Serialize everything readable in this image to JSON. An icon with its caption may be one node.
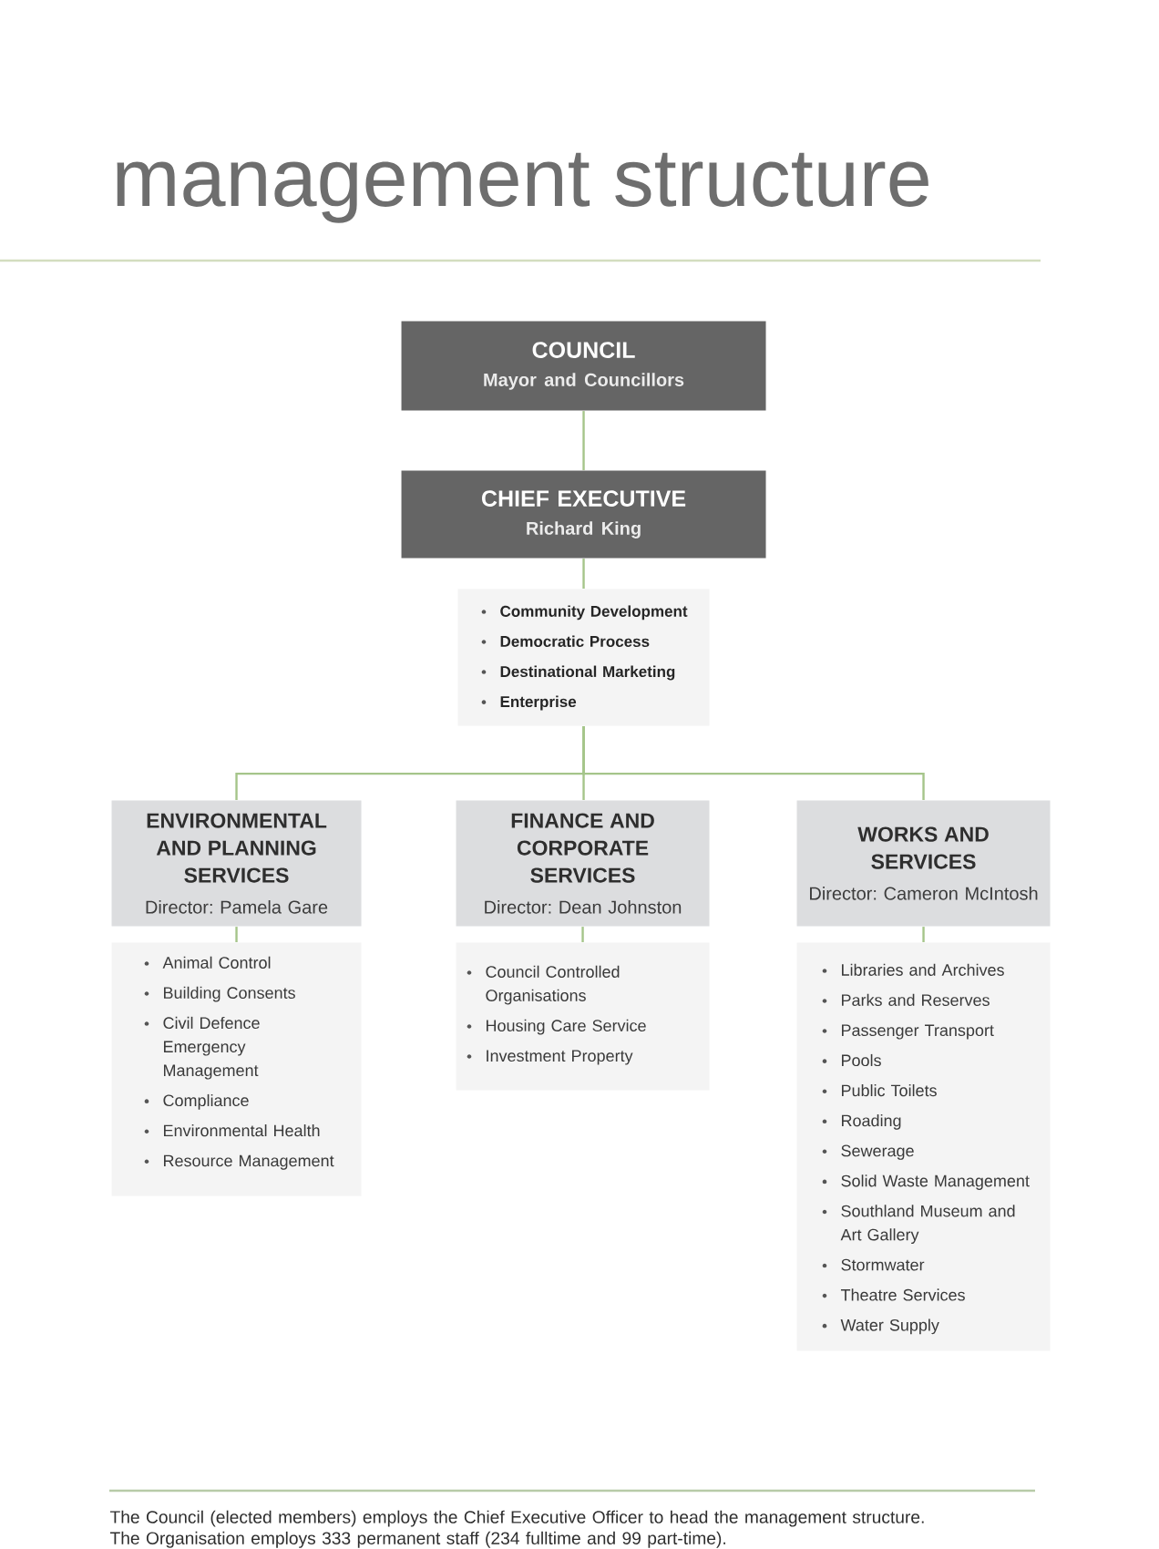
{
  "diagram": {
    "title": "management structure",
    "nodes": [
      {
        "text": [
          "COUNCIL",
          "Mayor and Councillors"
        ]
      },
      {
        "text": [
          "CHIEF EXECUTIVE",
          "Richard King"
        ]
      },
      {
        "text": [
          "Community Development",
          "Democratic Process",
          "Destinational Marketing",
          "Enterprise"
        ]
      },
      {
        "text": [
          "ENVIRONMENTAL AND PLANNING SERVICES",
          "Director: Pamela Gare"
        ]
      },
      {
        "text": [
          "Animal Control",
          "Building Consents",
          "Civil Defence Emergency Management",
          "Compliance",
          "Environmental Health",
          "Resource Management"
        ]
      },
      {
        "text": [
          "FINANCE AND CORPORATE SERVICES",
          "Director: Dean Johnston"
        ]
      },
      {
        "text": [
          "Council Controlled Organisations",
          "Housing Care Service",
          "Investment Property"
        ]
      },
      {
        "text": [
          "WORKS AND SERVICES",
          "Director: Cameron McIntosh"
        ]
      },
      {
        "text": [
          "Libraries and Archives",
          "Parks and Reserves",
          "Passenger Transport",
          "Pools",
          "Public Toilets",
          "Roading",
          "Sewerage",
          "Solid Waste Management",
          "Southland Museum and Art Gallery",
          "Stormwater",
          "Theatre Services",
          "Water Supply"
        ]
      }
    ],
    "edges": [
      {
        "from": 0,
        "to": 1,
        "arrow": "none"
      },
      {
        "from": 1,
        "to": 2,
        "arrow": "none"
      },
      {
        "from": 2,
        "to": 3,
        "arrow": "none"
      },
      {
        "from": 2,
        "to": 5,
        "arrow": "none"
      },
      {
        "from": 2,
        "to": 7,
        "arrow": "none"
      },
      {
        "from": 3,
        "to": 4,
        "arrow": "none"
      },
      {
        "from": 5,
        "to": 6,
        "arrow": "none"
      },
      {
        "from": 7,
        "to": 8,
        "arrow": "none"
      }
    ],
    "caption": "The Council (elected members) employs the Chief Executive Officer to head the management structure. The Organisation employs 333 permanent staff (234 fulltime and 99 part-time)."
  }
}
